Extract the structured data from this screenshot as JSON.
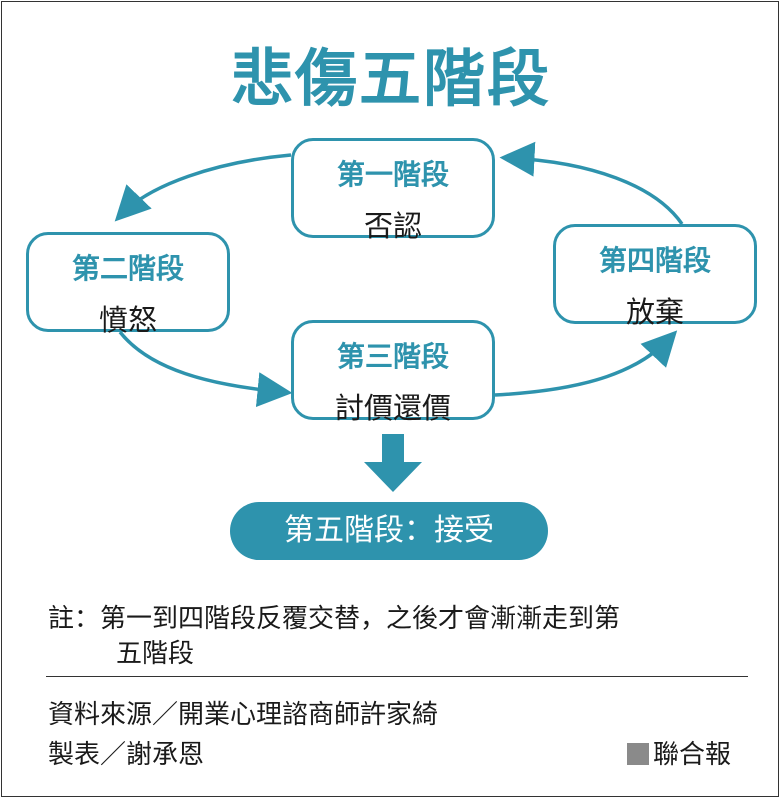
{
  "title": "悲傷五階段",
  "stages": [
    {
      "name": "第一階段",
      "desc": "否認"
    },
    {
      "name": "第二階段",
      "desc": "憤怒"
    },
    {
      "name": "第三階段",
      "desc": "討價還價"
    },
    {
      "name": "第四階段",
      "desc": "放棄"
    }
  ],
  "final_stage": "第五階段：接受",
  "note": {
    "line1": "註：第一到四階段反覆交替，之後才會漸漸走到第",
    "line2": "五階段"
  },
  "credits": {
    "source": "資料來源／開業心理諮商師許家綺",
    "maker": "製表／謝承恩"
  },
  "publisher": "聯合報",
  "colors": {
    "accent": "#2e93ad",
    "text": "#1a1a1a",
    "mark": "#8a8a8a"
  }
}
